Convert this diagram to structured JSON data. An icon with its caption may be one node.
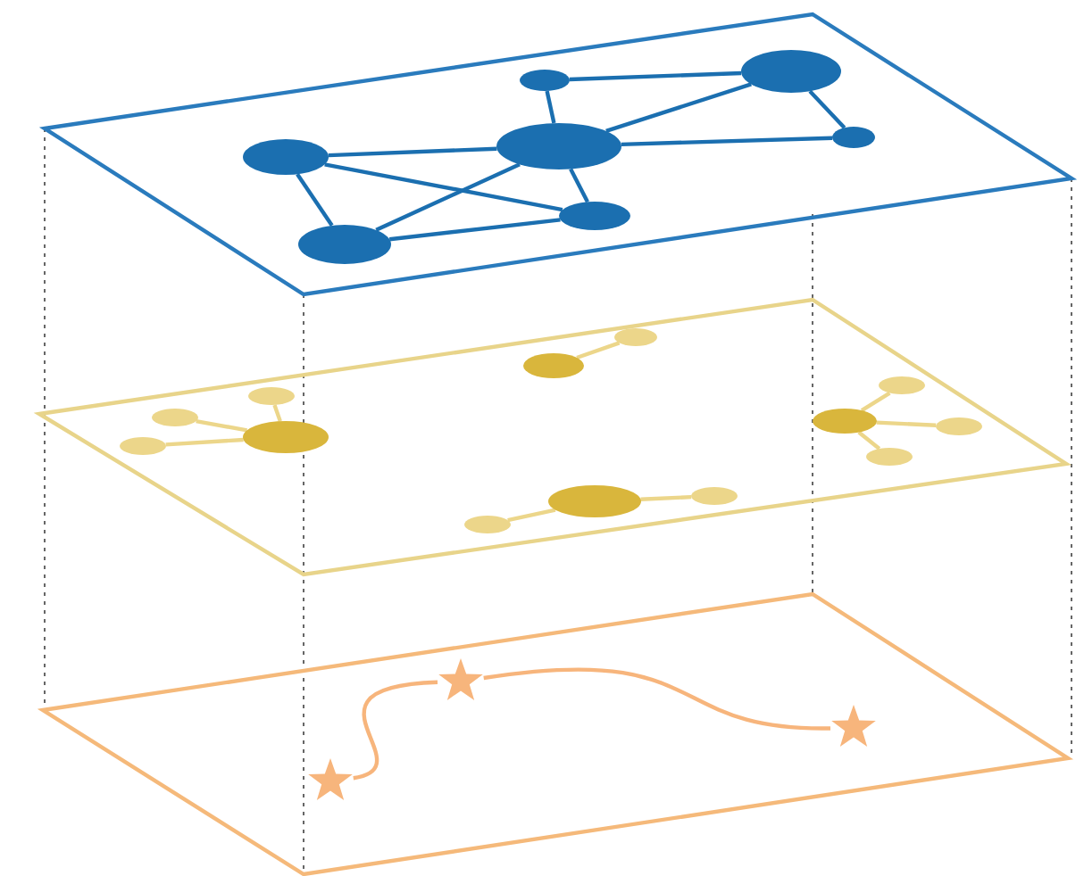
{
  "diagram": {
    "nodes": [
      {
        "text": [],
        "shape": "box"
      },
      {
        "text": [],
        "shape": "circle",
        "in": 0
      },
      {
        "text": [],
        "shape": "circle",
        "in": 0
      },
      {
        "text": [],
        "shape": "circle",
        "in": 0
      },
      {
        "text": [],
        "shape": "circle",
        "in": 0
      },
      {
        "text": [],
        "shape": "circle",
        "in": 0
      },
      {
        "text": [],
        "shape": "circle",
        "in": 0
      },
      {
        "text": [],
        "shape": "circle",
        "in": 0
      },
      {
        "text": [],
        "shape": "box"
      },
      {
        "text": [],
        "shape": "circle",
        "in": 8
      },
      {
        "text": [],
        "shape": "circle",
        "in": 8
      },
      {
        "text": [],
        "shape": "circle",
        "in": 8
      },
      {
        "text": [],
        "shape": "circle",
        "in": 8
      },
      {
        "text": [],
        "shape": "circle",
        "in": 8
      },
      {
        "text": [],
        "shape": "circle",
        "in": 8
      },
      {
        "text": [],
        "shape": "circle",
        "in": 8
      },
      {
        "text": [],
        "shape": "circle",
        "in": 8
      },
      {
        "text": [],
        "shape": "circle",
        "in": 8
      },
      {
        "text": [],
        "shape": "circle",
        "in": 8
      },
      {
        "text": [],
        "shape": "circle",
        "in": 8
      },
      {
        "text": [],
        "shape": "circle",
        "in": 8
      },
      {
        "text": [],
        "shape": "circle",
        "in": 8
      },
      {
        "text": [],
        "shape": "box"
      },
      {
        "text": [],
        "shape": "star",
        "in": 22
      },
      {
        "text": [],
        "shape": "star",
        "in": 22
      },
      {
        "text": [],
        "shape": "star",
        "in": 22
      }
    ],
    "edges": [
      {
        "from": 4,
        "to": 7,
        "arrow": "none"
      },
      {
        "from": 4,
        "to": 5,
        "arrow": "none"
      },
      {
        "from": 4,
        "to": 6,
        "arrow": "none"
      },
      {
        "from": 7,
        "to": 5,
        "arrow": "none"
      },
      {
        "from": 7,
        "to": 6,
        "arrow": "none"
      },
      {
        "from": 5,
        "to": 1,
        "arrow": "none"
      },
      {
        "from": 5,
        "to": 2,
        "arrow": "none"
      },
      {
        "from": 1,
        "to": 2,
        "arrow": "none"
      },
      {
        "from": 5,
        "to": 6,
        "arrow": "none"
      },
      {
        "from": 2,
        "to": 3,
        "arrow": "none"
      },
      {
        "from": 5,
        "to": 3,
        "arrow": "none"
      },
      {
        "from": 15,
        "to": 11,
        "arrow": "none",
        "color": "#ecd68a"
      },
      {
        "from": 15,
        "to": 13,
        "arrow": "none",
        "color": "#ecd68a"
      },
      {
        "from": 15,
        "to": 17,
        "arrow": "none",
        "color": "#ecd68a"
      },
      {
        "from": 10,
        "to": 9,
        "arrow": "none",
        "color": "#ecd68a"
      },
      {
        "from": 14,
        "to": 12,
        "arrow": "none",
        "color": "#ecd68a"
      },
      {
        "from": 14,
        "to": 16,
        "arrow": "none",
        "color": "#ecd68a"
      },
      {
        "from": 14,
        "to": 18,
        "arrow": "none",
        "color": "#ecd68a"
      },
      {
        "from": 19,
        "to": 21,
        "arrow": "none",
        "color": "#ecd68a"
      },
      {
        "from": 19,
        "to": 20,
        "arrow": "none",
        "color": "#ecd68a"
      },
      {
        "from": 25,
        "to": 23,
        "arrow": "none",
        "color": "#f7b57c"
      },
      {
        "from": 23,
        "to": 24,
        "arrow": "none",
        "color": "#f7b57c"
      }
    ]
  }
}
